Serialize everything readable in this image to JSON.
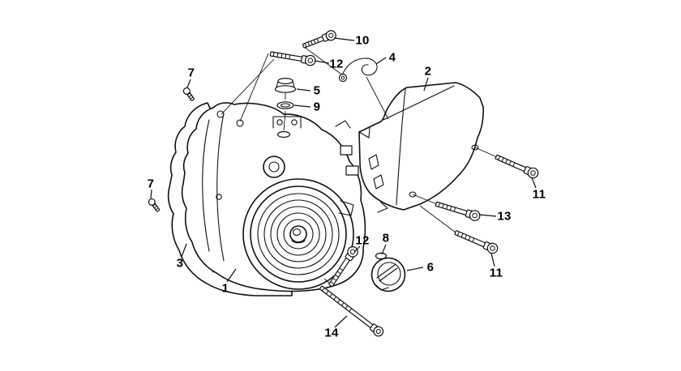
{
  "diagram": {
    "background_color": "#ffffff",
    "line_color": "#111111",
    "callouts": [
      {
        "text": "10"
      },
      {
        "text": "12"
      },
      {
        "text": "4"
      },
      {
        "text": "2"
      },
      {
        "text": "7"
      },
      {
        "text": "5"
      },
      {
        "text": "9"
      },
      {
        "text": "7"
      },
      {
        "text": "11"
      },
      {
        "text": "13"
      },
      {
        "text": "11"
      },
      {
        "text": "12"
      },
      {
        "text": "8"
      },
      {
        "text": "6"
      },
      {
        "text": "3"
      },
      {
        "text": "1"
      },
      {
        "text": "14"
      }
    ]
  }
}
